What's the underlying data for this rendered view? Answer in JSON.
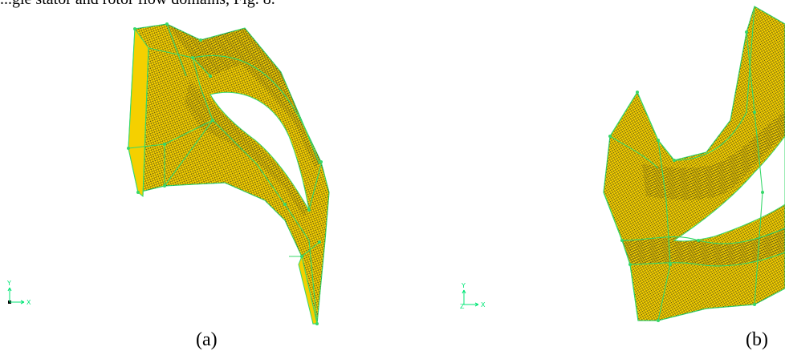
{
  "top_text": "...gle stator and rotor flow domains, Fig. 8.",
  "panels": [
    {
      "caption": "(a)",
      "triad": {
        "x_label": "X",
        "y_label": "Y",
        "z_label": ""
      },
      "colors": {
        "mesh_fill": "#f5d000",
        "mesh_line": "#1a1a1a",
        "edge": "#37d86a"
      }
    },
    {
      "caption": "(b)",
      "triad": {
        "x_label": "X",
        "y_label": "Y",
        "z_label": "Z"
      },
      "colors": {
        "mesh_fill": "#f5d000",
        "mesh_line": "#1a1a1a",
        "edge": "#37d86a"
      }
    }
  ]
}
